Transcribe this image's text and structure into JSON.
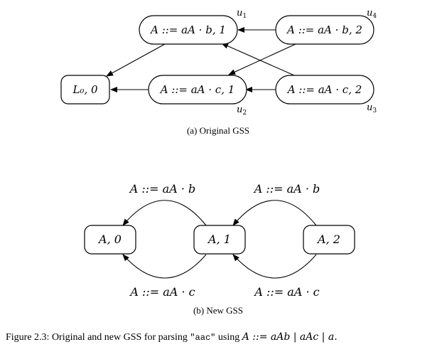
{
  "top": {
    "nodes": {
      "u1": "A ::= aA · b, 1",
      "u4": "A ::= aA · b, 2",
      "l0": "L₀, 0",
      "u2": "A ::= aA · c, 1",
      "u3": "A ::= aA · c, 2"
    },
    "ids": {
      "u1": "u",
      "u1s": "1",
      "u2": "u",
      "u2s": "2",
      "u3": "u",
      "u3s": "3",
      "u4": "u",
      "u4s": "4"
    },
    "caption": "(a) Original GSS"
  },
  "bottom": {
    "nodes": {
      "a0": "A, 0",
      "a1": "A, 1",
      "a2": "A, 2"
    },
    "edge_labels": {
      "b_left": "A ::= aA · b",
      "b_right": "A ::= aA · b",
      "c_left": "A ::= aA · c",
      "c_right": "A ::= aA · c"
    },
    "caption": "(b) New GSS"
  },
  "figure": {
    "prefix": "Figure 2.3: Original and new GSS for parsing ",
    "code": "\"aac\"",
    "middle": " using ",
    "grammar": "A ::= aAb | aAc | a."
  }
}
